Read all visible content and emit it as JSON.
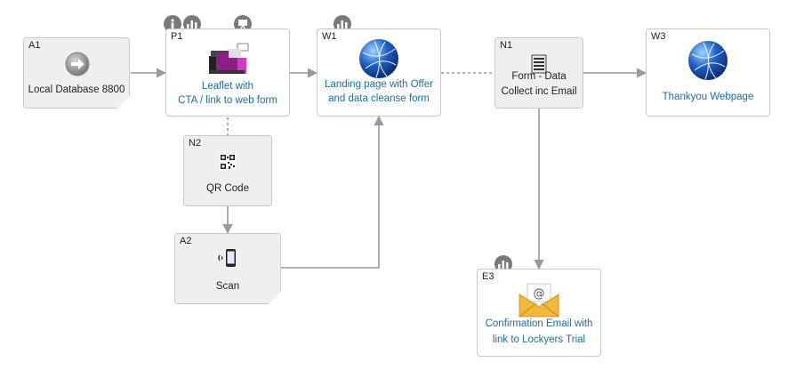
{
  "nodes": {
    "a1": {
      "id": "A1",
      "label": "Local Database 8800"
    },
    "p1": {
      "id": "P1",
      "label_line1": "Leaflet with",
      "label_line2": "CTA / link to web form"
    },
    "w1": {
      "id": "W1",
      "label_line1": "Landing page with Offer",
      "label_line2": "and data cleanse form"
    },
    "n1": {
      "id": "N1",
      "label_line1": "Form - Data",
      "label_line2": "Collect inc Email"
    },
    "w3": {
      "id": "W3",
      "label": "Thankyou Webpage"
    },
    "n2": {
      "id": "N2",
      "label": "QR Code"
    },
    "a2": {
      "id": "A2",
      "label": "Scan"
    },
    "e3": {
      "id": "E3",
      "label_line1": "Confirmation Email with",
      "label_line2": "link to Lockyers Trial"
    }
  },
  "icons": {
    "a1": "arrow-right-circle-icon",
    "p1": "printer-icon",
    "w1": "globe-icon",
    "n1": "form-document-icon",
    "w3": "globe-icon",
    "n2": "qr-code-icon",
    "a2": "mobile-scan-icon",
    "e3": "email-envelope-icon",
    "badges": [
      "info-icon",
      "stats-icon",
      "presentation-icon",
      "stats-icon",
      "stats-icon"
    ]
  },
  "colors": {
    "link_text": "#1f6e9c",
    "node_grey_fill": "#efefef",
    "connector": "#9a9a9a",
    "badge": "#7a7a7a"
  }
}
